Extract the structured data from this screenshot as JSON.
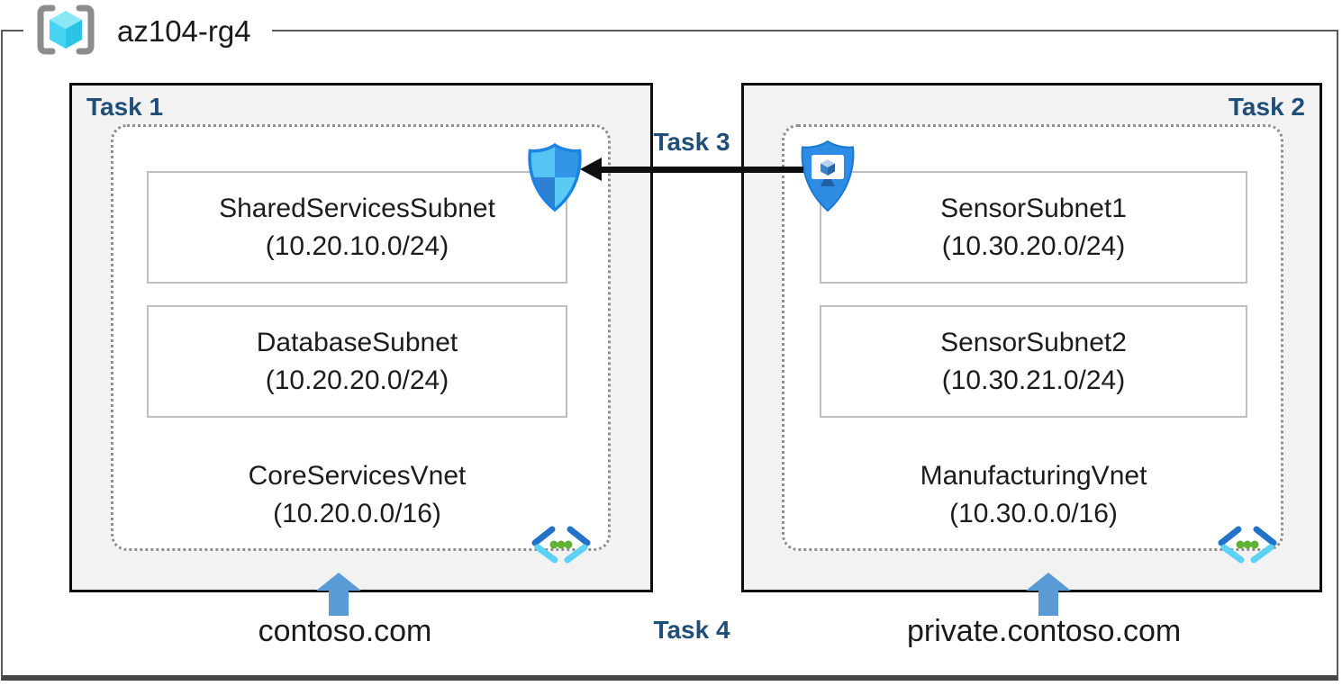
{
  "header": {
    "title": "az104-rg4",
    "icon": "resource-group-icon"
  },
  "left": {
    "task_label": "Task 1",
    "vnet": {
      "name": "CoreServicesVnet",
      "cidr": "(10.20.0.0/16)"
    },
    "subnets": [
      {
        "name": "SharedServicesSubnet",
        "cidr": "(10.20.10.0/24)"
      },
      {
        "name": "DatabaseSubnet",
        "cidr": "(10.20.20.0/24)"
      }
    ],
    "dns_label": "contoso.com"
  },
  "right": {
    "task_label": "Task 2",
    "vnet": {
      "name": "ManufacturingVnet",
      "cidr": "(10.30.0.0/16)"
    },
    "subnets": [
      {
        "name": "SensorSubnet1",
        "cidr": "(10.30.20.0/24)"
      },
      {
        "name": "SensorSubnet2",
        "cidr": "(10.30.21.0/24)"
      }
    ],
    "dns_label": "private.contoso.com"
  },
  "peering": {
    "task_label": "Task 3"
  },
  "dns": {
    "task_label": "Task 4"
  },
  "icons": {
    "nsg": "network-security-group-icon",
    "asg": "application-security-group-icon",
    "vnet": "virtual-network-icon",
    "resource_group": "resource-group-icon",
    "dns_arrow": "up-arrow-icon"
  },
  "colors": {
    "task_label": "#1f4e79",
    "box_fill": "#f2f2f2",
    "box_border": "#0d0d0d",
    "frame_border": "#595959",
    "dashed_border": "#8f8f8f",
    "subnet_border": "#bfbfbf",
    "dns_arrow": "#5b9bd5",
    "peer_arrow": "#0f0f0f"
  }
}
